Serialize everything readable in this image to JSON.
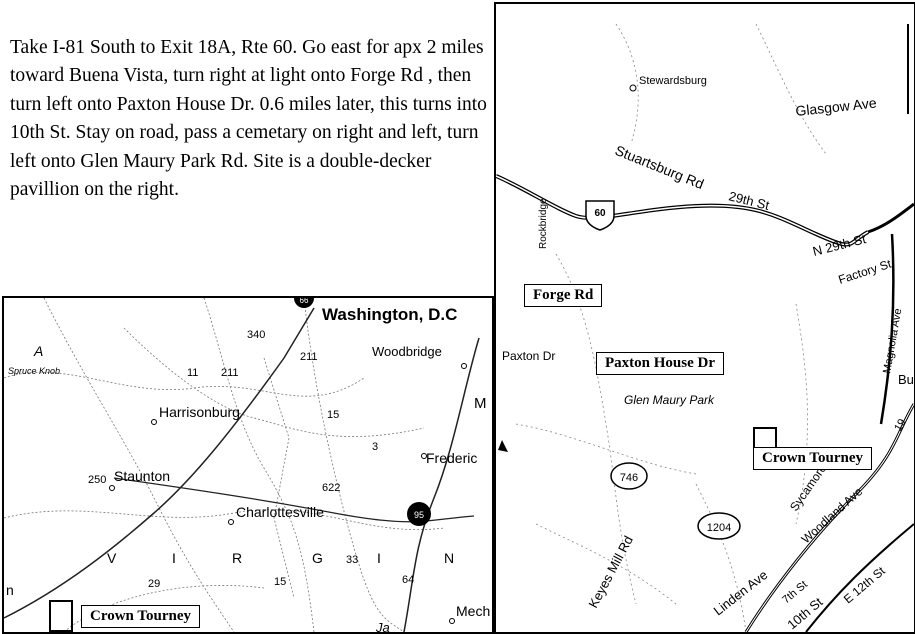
{
  "directions": {
    "text": "Take I-81 South to Exit 18A, Rte 60.  Go east for apx 2 miles toward Buena Vista, turn right at light onto Forge Rd , then turn left onto Paxton House Dr.  0.6 miles later, this turns into 10th St.  Stay on road, pass a cemetary on right and left, turn left onto Glen Maury Park Rd.  Site is a double-decker pavillion on the right."
  },
  "regional_map": {
    "labels": {
      "washington": "Washington, D.C",
      "woodbridge": "Woodbridge",
      "harrisonburg": "Harrisonburg",
      "staunton": "Staunton",
      "charlottesville": "Charlottesville",
      "fredericksburg": "Frederic",
      "mech": "Mech",
      "spruce_knob": "Spruce Knob",
      "a_letter": "A",
      "m_letter": "M",
      "n_frag": "n",
      "ja_frag": "Ja",
      "virginia_letters": [
        "V",
        "I",
        "R",
        "G",
        "I",
        "N"
      ],
      "route_numbers": [
        "340",
        "211",
        "211",
        "11",
        "15",
        "3",
        "250",
        "622",
        "33",
        "29",
        "15",
        "64"
      ],
      "interstate_shields": [
        "66",
        "95"
      ]
    },
    "callout": "Crown Tourney"
  },
  "local_map": {
    "labels": {
      "stewardsburg": "Stewardsburg",
      "glasgow_ave": "Glasgow Ave",
      "stuartsburg_rd": "Stuartsburg Rd",
      "st_29th": "29th St",
      "n_29th_st": "N 29th St",
      "paxton_dr": "Paxton Dr",
      "glen_maury_park": "Glen Maury Park",
      "rockbridge": "Rockbridge",
      "keyes_mill_rd": "Keyes Mill Rd",
      "linden_ave": "Linden Ave",
      "woodland_ave": "Woodland Ave",
      "sycamore": "Sycamore",
      "st_10th": "10th St",
      "st_7th": "7th St",
      "e_12th": "E 12th St",
      "magnolia_ave": "Magnolia Ave",
      "factory_st": "Factory St",
      "route_60": "60",
      "route_746": "746",
      "route_1204": "1204",
      "route_19": "19",
      "bu_frag": "Bu"
    },
    "callouts": {
      "forge_rd": "Forge Rd",
      "paxton_house_dr": "Paxton House Dr",
      "crown_tourney": "Crown Tourney"
    }
  }
}
